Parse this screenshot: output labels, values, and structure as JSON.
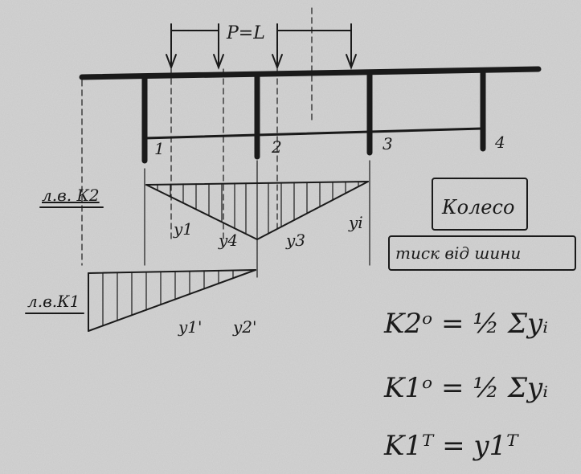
{
  "colors": {
    "paper": "#d4d4d4",
    "ink": "#1a1a1a"
  },
  "load": {
    "label": "P=L"
  },
  "supports": [
    "1",
    "2",
    "3",
    "4"
  ],
  "influence_line_k2": {
    "label": "л.в. К2",
    "ordinates": [
      "y1",
      "y4",
      "y3",
      "yi"
    ]
  },
  "influence_line_k1": {
    "label": "л.в.К1",
    "ordinates": [
      "y1'",
      "y2'"
    ]
  },
  "boxes": {
    "wheel": "Колесо",
    "pressure": "тиск від шини"
  },
  "formulas": [
    "K2ᵒ = ½ Σyᵢ",
    "K1ᵒ = ½ Σyᵢ",
    "K1ᵀ = y1ᵀ"
  ]
}
